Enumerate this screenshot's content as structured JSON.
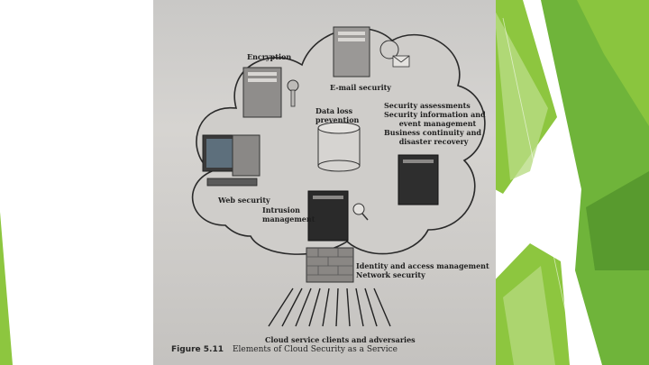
{
  "figure": {
    "labels": {
      "encryption": "Encryption",
      "email_security": "E-mail security",
      "data_loss_prevention": "Data loss\nprevention",
      "security_assessments": "Security assessments\nSecurity information and\n      event management\nBusiness continuity and\n      disaster recovery",
      "web_security": "Web security",
      "intrusion_management": "Intrusion\nmanagement",
      "identity_network": "Identity and access management\nNetwork security",
      "clients": "Cloud service clients and adversaries"
    },
    "caption": {
      "number": "Figure 5.11",
      "title": "Elements of Cloud Security as a Service"
    }
  },
  "theme": {
    "accent_light": "#8dc63f",
    "accent_mid": "#6fb43a",
    "accent_dark": "#4f8f2a"
  }
}
